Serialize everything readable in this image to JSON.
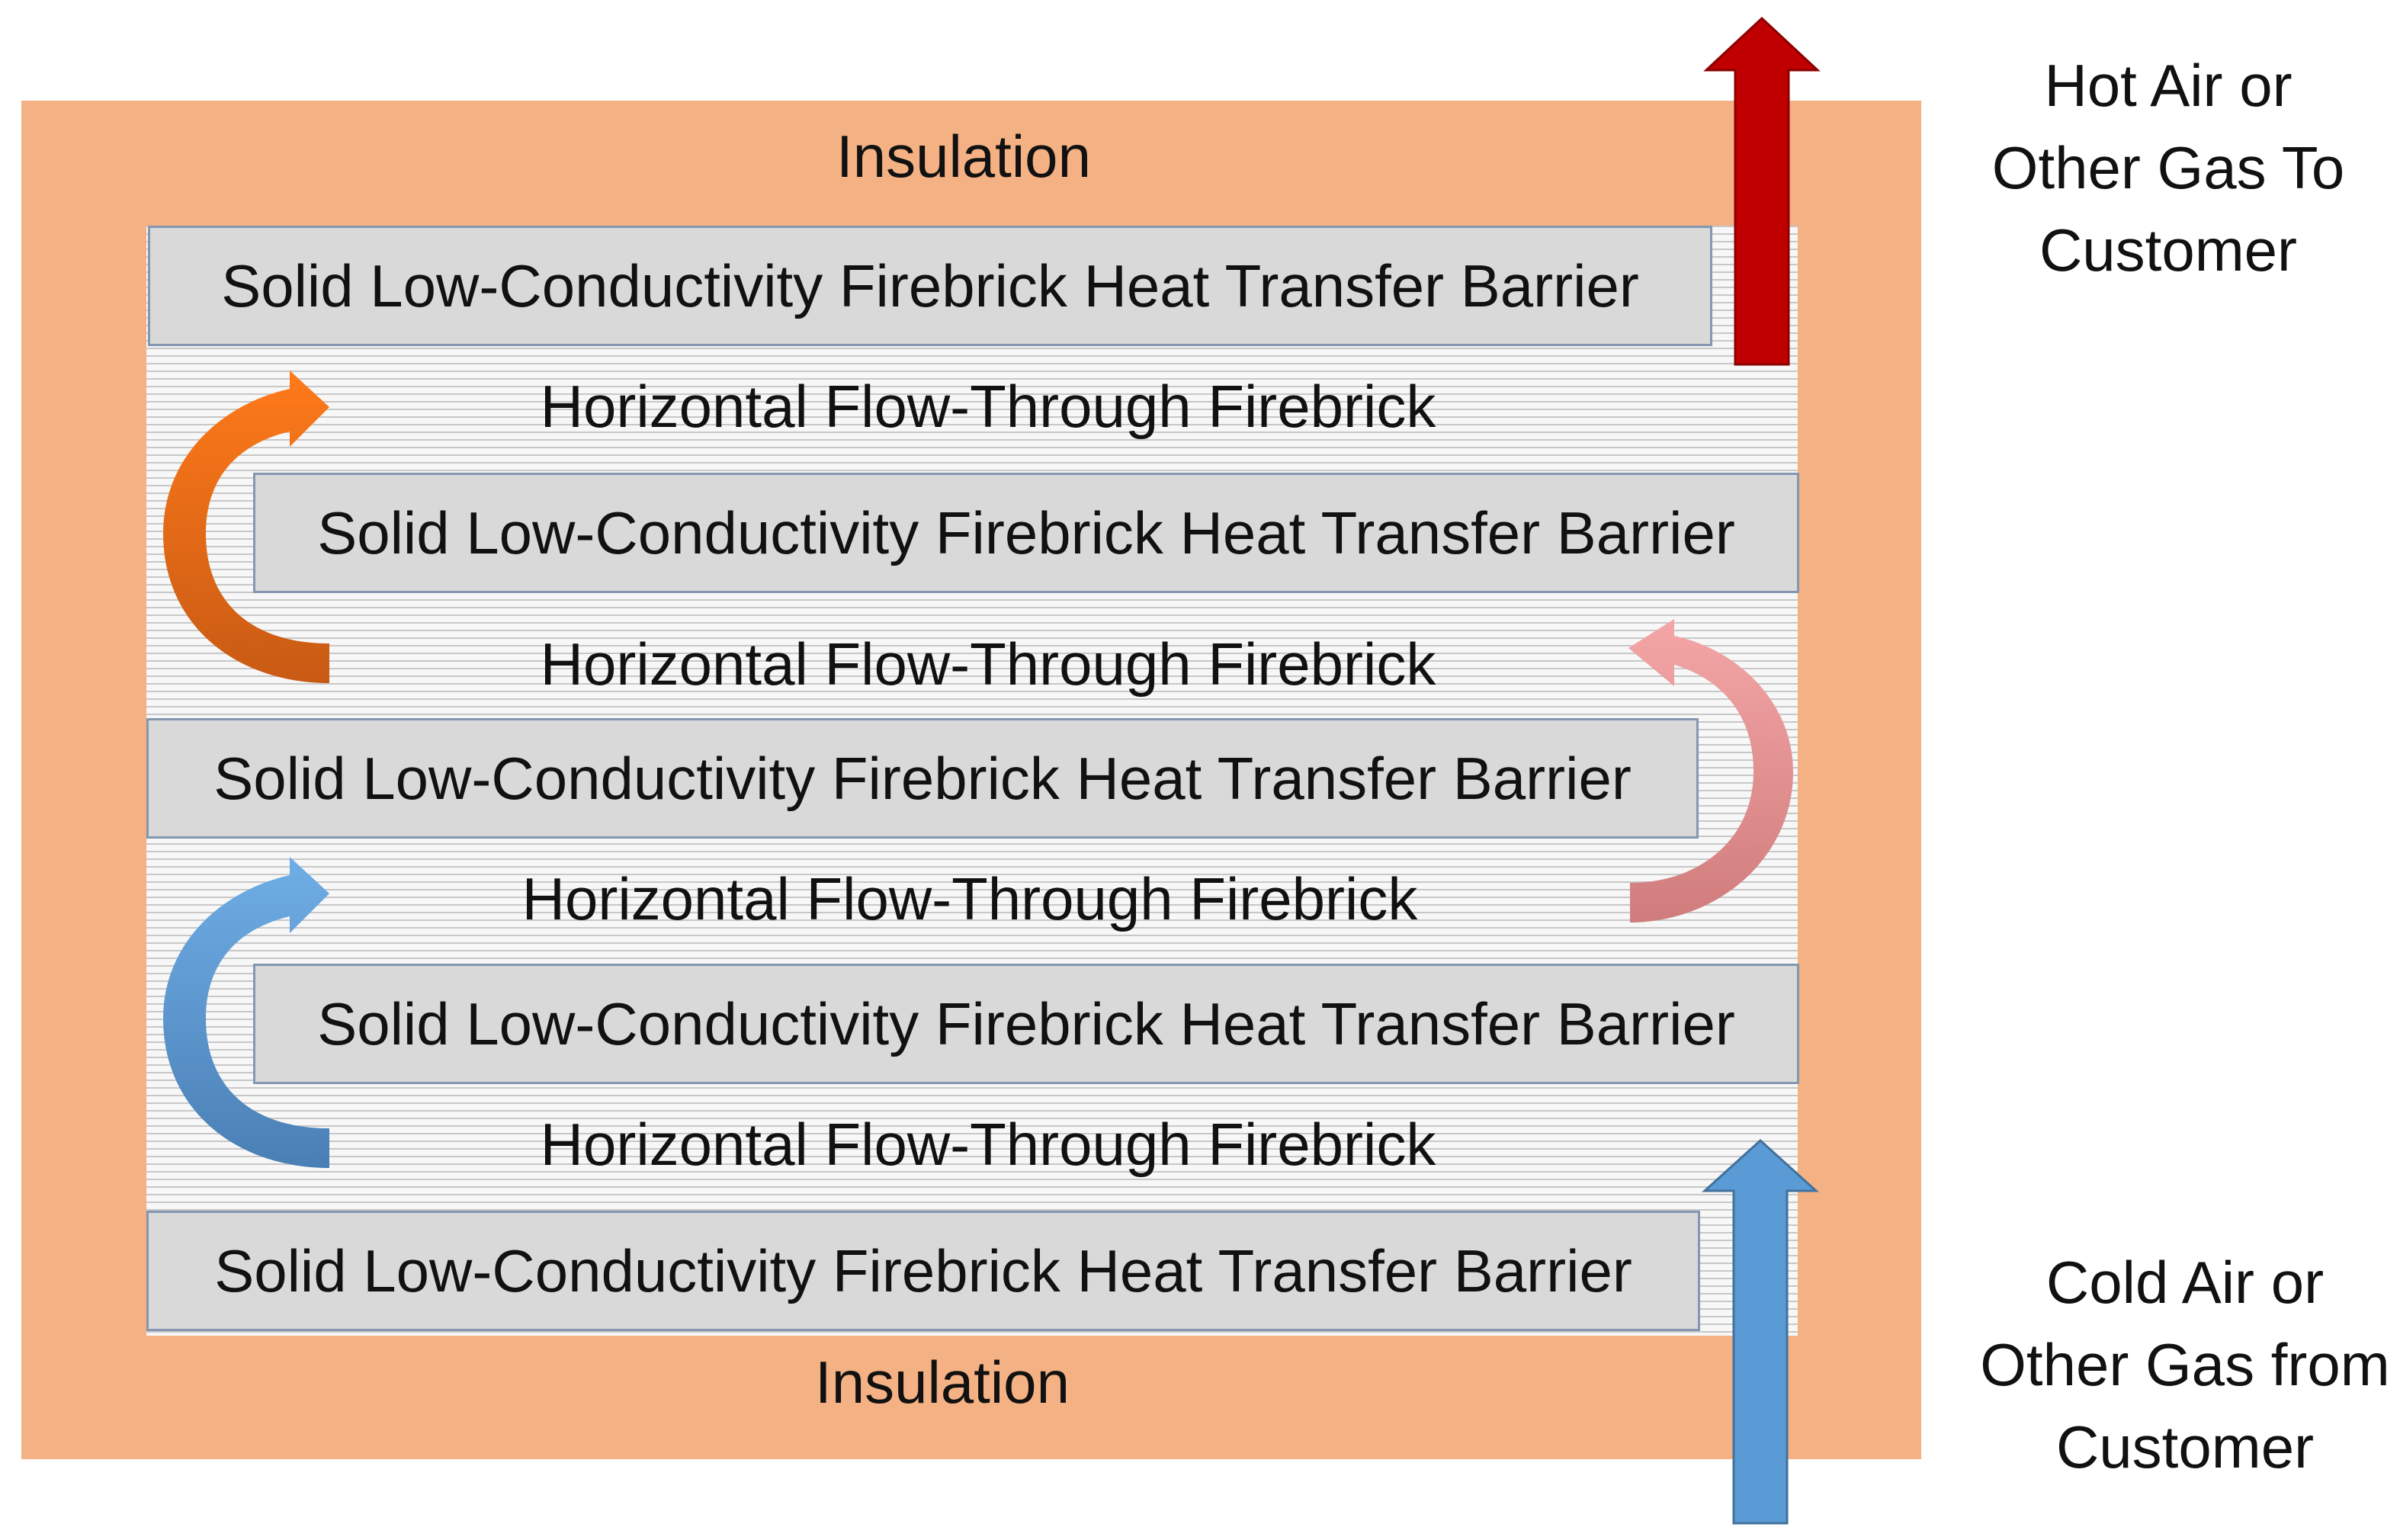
{
  "insulation": {
    "top_label": "Insulation",
    "bottom_label": "Insulation",
    "color": "#F4B183"
  },
  "barriers": [
    "Solid Low-Conductivity Firebrick Heat Transfer Barrier",
    "Solid Low-Conductivity Firebrick Heat Transfer Barrier",
    "Solid Low-Conductivity Firebrick Heat Transfer Barrier",
    "Solid Low-Conductivity Firebrick Heat Transfer Barrier",
    "Solid Low-Conductivity Firebrick Heat Transfer Barrier"
  ],
  "flow_layers": [
    "Horizontal Flow-Through Firebrick",
    "Horizontal Flow-Through Firebrick",
    "Horizontal Flow-Through Firebrick",
    "Horizontal Flow-Through Firebrick"
  ],
  "outlet": {
    "lines": [
      "Hot Air or",
      "Other Gas To",
      "Customer"
    ],
    "arrow_color": "#C00000"
  },
  "inlet": {
    "lines": [
      "Cold Air or",
      "Other Gas from",
      "Customer"
    ],
    "arrow_color": "#5B9BD5"
  },
  "flow_arrows": {
    "orange": "#E46C0A",
    "pink": "#E88C8C",
    "blue": "#5B9BD5"
  }
}
